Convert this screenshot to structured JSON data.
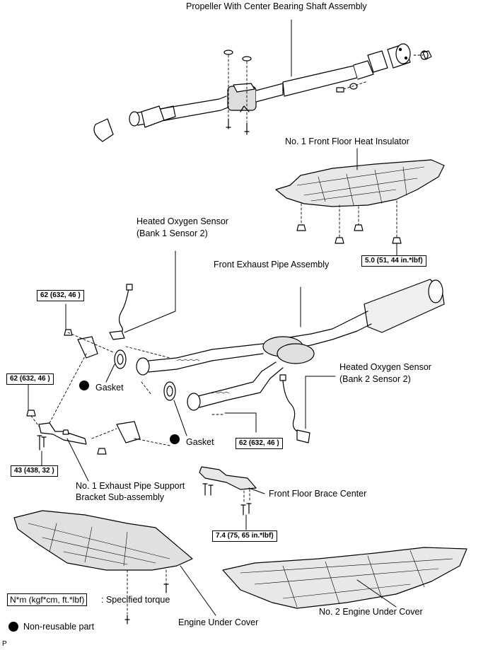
{
  "labels": {
    "propeller_shaft": "Propeller With Center Bearing Shaft Assembly",
    "front_floor_heat_insulator": "No. 1 Front Floor Heat Insulator",
    "heated_oxygen_sensor_b1_line1": "Heated Oxygen Sensor",
    "heated_oxygen_sensor_b1_line2": "(Bank 1 Sensor 2)",
    "front_exhaust_pipe": "Front Exhaust Pipe Assembly",
    "heated_oxygen_sensor_b2_line1": "Heated Oxygen Sensor",
    "heated_oxygen_sensor_b2_line2": "(Bank 2 Sensor 2)",
    "gasket_left": "Gasket",
    "gasket_right": "Gasket",
    "exhaust_support_line1": "No. 1 Exhaust Pipe Support",
    "exhaust_support_line2": "Bracket Sub-assembly",
    "front_floor_brace": "Front Floor Brace Center",
    "engine_under_cover": "Engine Under Cover",
    "engine_under_cover_2": "No. 2 Engine Under Cover",
    "corner_mark": "P"
  },
  "torques": {
    "insulator": "5.0 (51, 44 in.*lbf)",
    "sensor_b1": "62 (632, 46 )",
    "bracket_nut": "62 (632, 46 )",
    "bracket_bolt": "43 (438, 32 )",
    "pipe_rear": "62 (632, 46 )",
    "brace": "7.4 (75, 65 in.*lbf)"
  },
  "legend": {
    "torque_unit": "N*m (kgf*cm, ft.*lbf)",
    "torque_desc": ": Specified torque",
    "nonreusable_desc": "Non-reusable part"
  }
}
